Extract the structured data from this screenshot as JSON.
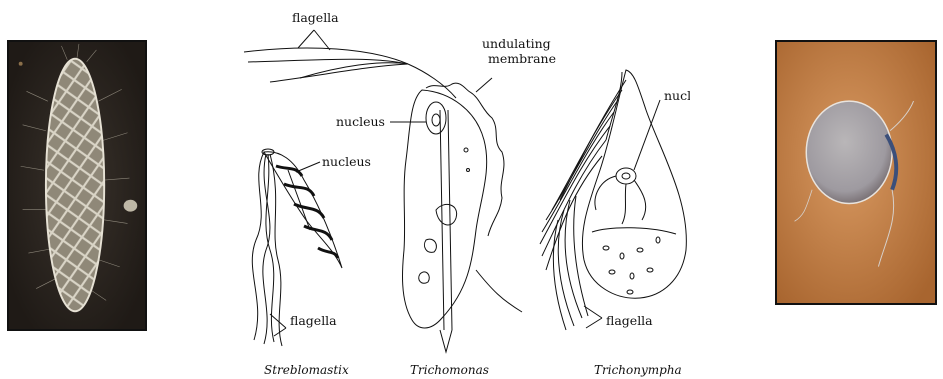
{
  "labels": {
    "flagella_top": "flagella",
    "undulating_1": "undulating",
    "undulating_2": "membrane",
    "nucleus_trichomonas": "nucleus",
    "nucleus_streblomastix": "nucleus",
    "nucleus_trichonympha": "nucleus",
    "flagella_streblomastix": "flagella",
    "flagella_trichonympha": "flagella"
  },
  "captions": {
    "streblomastix": "Streblomastix",
    "trichomonas": "Trichomonas",
    "trichonympha": "Trichonympha"
  },
  "colors": {
    "ink": "#111111",
    "left_photo_bg": "#2b2520",
    "right_photo_bg": "#c9874e"
  }
}
